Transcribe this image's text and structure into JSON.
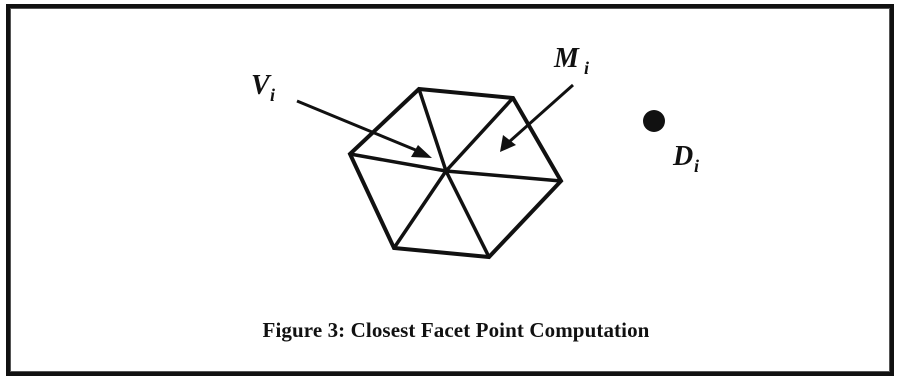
{
  "diagram": {
    "labels": {
      "vertex": {
        "main": "V",
        "sub": "i"
      },
      "facet_point": {
        "main": "M",
        "sub": "i"
      },
      "data_point": {
        "main": "D",
        "sub": "i"
      }
    }
  },
  "caption": "Figure 3:  Closest Facet Point Computation"
}
